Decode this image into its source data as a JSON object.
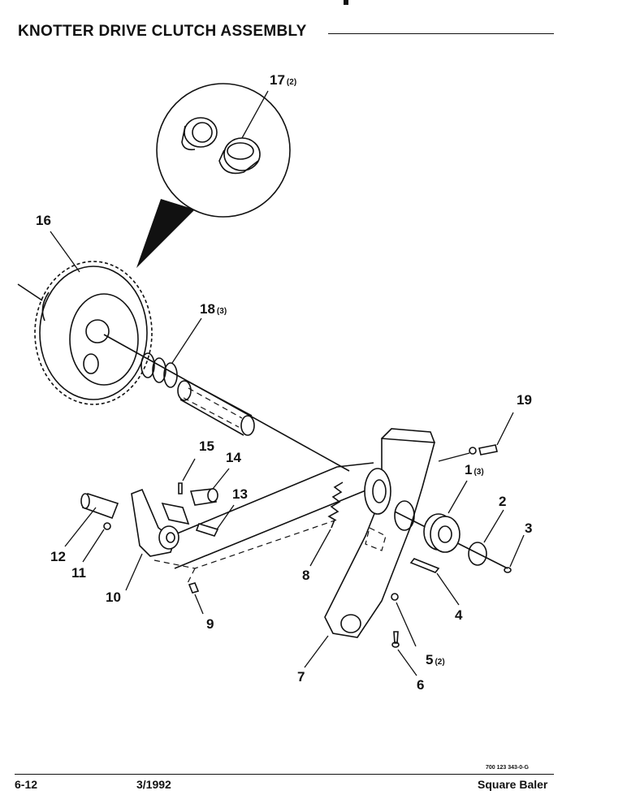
{
  "header": {
    "title": "KNOTTER DRIVE CLUTCH ASSEMBLY"
  },
  "diagram": {
    "callouts": [
      {
        "id": "c1",
        "number": "1",
        "qty": "(3)"
      },
      {
        "id": "c2",
        "number": "2",
        "qty": ""
      },
      {
        "id": "c3",
        "number": "3",
        "qty": ""
      },
      {
        "id": "c4",
        "number": "4",
        "qty": ""
      },
      {
        "id": "c5",
        "number": "5",
        "qty": "(2)"
      },
      {
        "id": "c6",
        "number": "6",
        "qty": ""
      },
      {
        "id": "c7",
        "number": "7",
        "qty": ""
      },
      {
        "id": "c8",
        "number": "8",
        "qty": ""
      },
      {
        "id": "c9",
        "number": "9",
        "qty": ""
      },
      {
        "id": "c10",
        "number": "10",
        "qty": ""
      },
      {
        "id": "c11",
        "number": "11",
        "qty": ""
      },
      {
        "id": "c12",
        "number": "12",
        "qty": ""
      },
      {
        "id": "c13",
        "number": "13",
        "qty": ""
      },
      {
        "id": "c14",
        "number": "14",
        "qty": ""
      },
      {
        "id": "c15",
        "number": "15",
        "qty": ""
      },
      {
        "id": "c16",
        "number": "16",
        "qty": ""
      },
      {
        "id": "c17",
        "number": "17",
        "qty": "(2)"
      },
      {
        "id": "c18",
        "number": "18",
        "qty": "(3)"
      },
      {
        "id": "c19",
        "number": "19",
        "qty": ""
      }
    ]
  },
  "footer": {
    "doc_code": "700 123 343-0-G",
    "page_number": "6-12",
    "date": "3/1992",
    "product": "Square Baler"
  }
}
